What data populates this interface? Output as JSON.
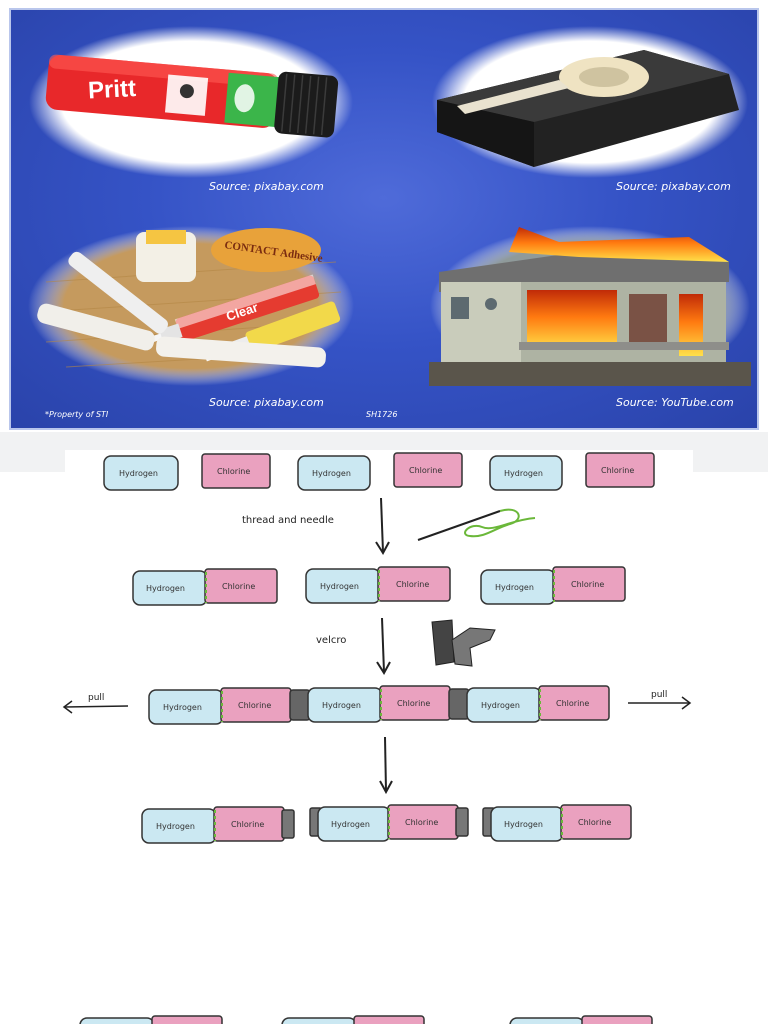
{
  "slide": {
    "captions": {
      "top_left": "Source: pixabay.com",
      "top_right": "Source: pixabay.com",
      "bottom_left": "Source: pixabay.com",
      "bottom_right": "Source: YouTube.com"
    },
    "footer_left": "*Property of STI",
    "footer_code": "SH1726",
    "photos": {
      "glue_stick_brand": "Pritt",
      "adhesive_brand": "CONTACT Adhesive",
      "adhesive_tube_label": "Clear"
    }
  },
  "diagram": {
    "molecule_labels": {
      "hydrogen": "Hydrogen",
      "chlorine": "Chlorine"
    },
    "step1_label": "thread and needle",
    "step2_label": "velcro",
    "pull_left": "pull",
    "pull_right": "pull"
  },
  "colors": {
    "slide_blue": "#3553c6",
    "hydrogen_fill": "#cbe8f2",
    "chlorine_fill": "#eaa1bf"
  }
}
